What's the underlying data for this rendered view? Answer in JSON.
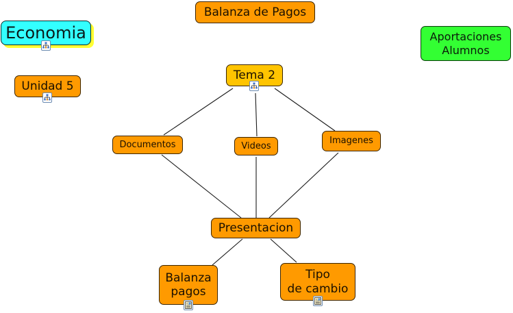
{
  "map": {
    "nodes": {
      "balanza_de_pagos_title": {
        "label": "Balanza de Pagos",
        "color": "#ff9a00"
      },
      "economia": {
        "label": "Economia",
        "color": "#33ffff",
        "shadow_color": "#ffff33",
        "icon": "submap-icon"
      },
      "aportaciones": {
        "label": "Aportaciones\nAlumnos",
        "color": "#33ff33"
      },
      "unidad5": {
        "label": "Unidad 5",
        "color": "#ff9a00",
        "icon": "submap-icon"
      },
      "tema2": {
        "label": "Tema 2",
        "color": "#ffc400",
        "icon": "submap-icon"
      },
      "documentos": {
        "label": "Documentos",
        "color": "#ff9a00"
      },
      "videos": {
        "label": "Videos",
        "color": "#ff9a00"
      },
      "imagenes": {
        "label": "Imagenes",
        "color": "#ff9a00"
      },
      "presentacion": {
        "label": "Presentacion",
        "color": "#ff9a00"
      },
      "balanza_pagos": {
        "label": "Balanza\npagos",
        "color": "#ff9a00",
        "icon": "document-icon"
      },
      "tipo_cambio": {
        "label": "Tipo\nde cambio",
        "color": "#ff9a00",
        "icon": "document-icon"
      }
    },
    "edges": [
      {
        "from": "tema2",
        "to": "documentos"
      },
      {
        "from": "tema2",
        "to": "videos"
      },
      {
        "from": "tema2",
        "to": "imagenes"
      },
      {
        "from": "documentos",
        "to": "presentacion"
      },
      {
        "from": "videos",
        "to": "presentacion"
      },
      {
        "from": "imagenes",
        "to": "presentacion"
      },
      {
        "from": "presentacion",
        "to": "balanza_pagos"
      },
      {
        "from": "presentacion",
        "to": "tipo_cambio"
      }
    ]
  }
}
